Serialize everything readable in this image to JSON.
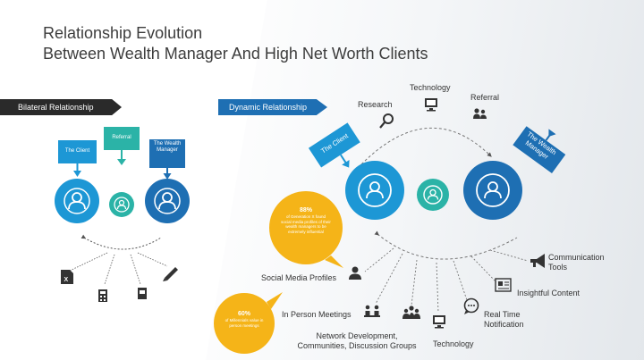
{
  "title": {
    "line1": "Relationship Evolution",
    "line2": "Between Wealth Manager And High Net Worth Clients"
  },
  "left": {
    "tag": "Bilateral Relationship",
    "client_label": "The Client",
    "referral_label": "Referral",
    "manager_label": "The Wealth Manager"
  },
  "right": {
    "tag": "Dynamic Relationship",
    "client_label": "The Client",
    "manager_label": "The Wealth Manager",
    "top_items": {
      "research": "Research",
      "technology": "Technology",
      "referral": "Referral"
    },
    "channels": {
      "social_media": "Social Media Profiles",
      "in_person": "In Person Meetings",
      "network": "Network Development, Communities, Discussion Groups",
      "technology": "Technology",
      "real_time": "Real Time Notification",
      "insightful": "Insightful Content",
      "communication": "Communication Tools"
    },
    "stat1": {
      "value": "88%",
      "text": "of Generation X found social media profiles of their wealth managers to be extremely influential"
    },
    "stat2": {
      "value": "60%",
      "text": "of Millennials value in person meetings"
    }
  },
  "colors": {
    "blue_light": "#1d97d5",
    "blue_dark": "#1e6fb3",
    "teal": "#2bb3a7",
    "yellow": "#f5b418",
    "dark": "#2a2a2a"
  }
}
